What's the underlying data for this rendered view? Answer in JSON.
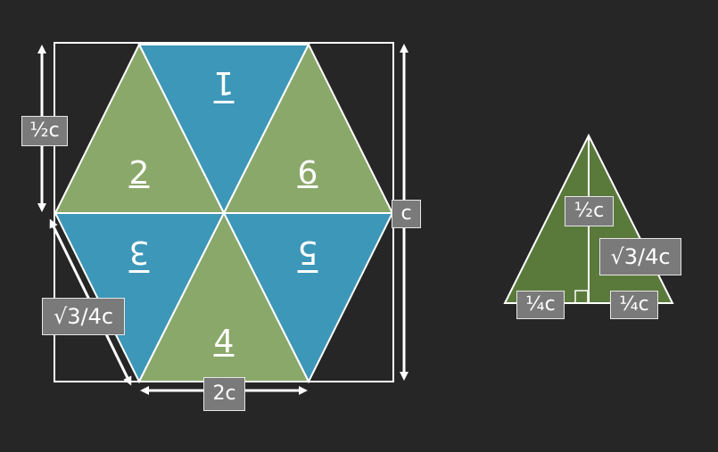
{
  "diagram": {
    "colors": {
      "background": "#262626",
      "green": "#8aa86a",
      "blue": "#3d97b8",
      "dark_green": "#5a7a3c",
      "outline": "#ffffff",
      "label_bg": "#7a7a7a"
    },
    "hexagon_faces": [
      {
        "label": "1",
        "color": "blue",
        "inverted": true
      },
      {
        "label": "2",
        "color": "green",
        "inverted": false
      },
      {
        "label": "6",
        "color": "green",
        "inverted": false
      },
      {
        "label": "3",
        "color": "blue",
        "inverted": true
      },
      {
        "label": "5",
        "color": "blue",
        "inverted": true
      },
      {
        "label": "4",
        "color": "green",
        "inverted": false
      }
    ],
    "dimension_labels": {
      "half_c": "½c",
      "c": "c",
      "sqrt3_over_4c": "√3/4c",
      "two_c": "2c"
    },
    "side_triangle_labels": {
      "half_c": "½c",
      "sqrt3_over_4c": "√3/4c",
      "quarter_c_left": "¼c",
      "quarter_c_right": "¼c"
    }
  }
}
